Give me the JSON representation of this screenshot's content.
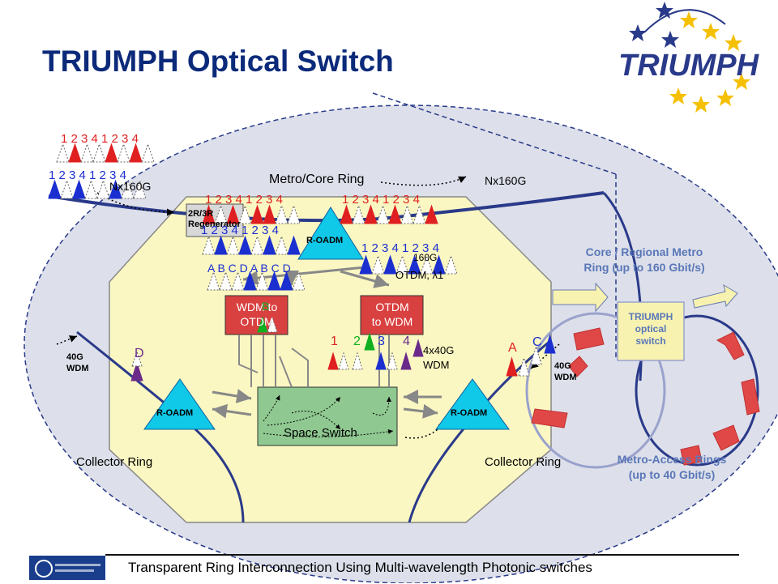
{
  "slide": {
    "title": "TRIUMPH Optical Switch",
    "footer": "Transparent Ring Interconnection Using Multi-wavelength Photonic switches"
  },
  "logo": {
    "text": "TRIUMPH"
  },
  "diagram": {
    "metro_core_ring": "Metro/Core Ring",
    "nx160g_left": "Nx160G",
    "nx160g_right": "Nx160G",
    "regenerator": "2R/3R\nRegenerator",
    "roadm_top": "R-OADM",
    "roadm_left": "R-OADM",
    "roadm_right": "R-OADM",
    "otdm_lambda": "OTDM, λ1",
    "g160": "160G",
    "wdm_to_otdm": "WDM to\nOTDM",
    "otdm_to_wdm": "OTDM\nto WDM",
    "space_switch": "Space Switch",
    "wdm_4x40g": "4x40G\nWDM",
    "wdm_40g_left": "40G\nWDM",
    "wdm_40g_right": "40G\nWDM",
    "collector_left": "Collector Ring",
    "collector_right": "Collector Ring",
    "core_regional": "Core / Regional Metro\nRing (up to 160 Gbit/s)",
    "triumph_switch": "TRIUMPH\noptical\nswitch",
    "metro_access": "Metro-Access Rings\n(up to 40 Gbit/s)",
    "channel_label_D": "D",
    "channel_label_A": "A",
    "channel_label_C": "C",
    "channel_label_B": "B",
    "seq_1234": "1 2 3 4 1 2 3 4",
    "seq_abcd": "A B C D A B C D",
    "n1": "1",
    "n2": "2",
    "n3": "3",
    "n4": "4"
  },
  "colors": {
    "title": "#0c2a7a",
    "red": "#e02020",
    "blue": "#1b2fd0",
    "purple": "#6a2a8a",
    "green": "#10b020",
    "cyan": "#10c8e8",
    "ellipse": "#dde0ea",
    "octagon": "#fbf7c2",
    "accent_text": "#5a77b8"
  }
}
